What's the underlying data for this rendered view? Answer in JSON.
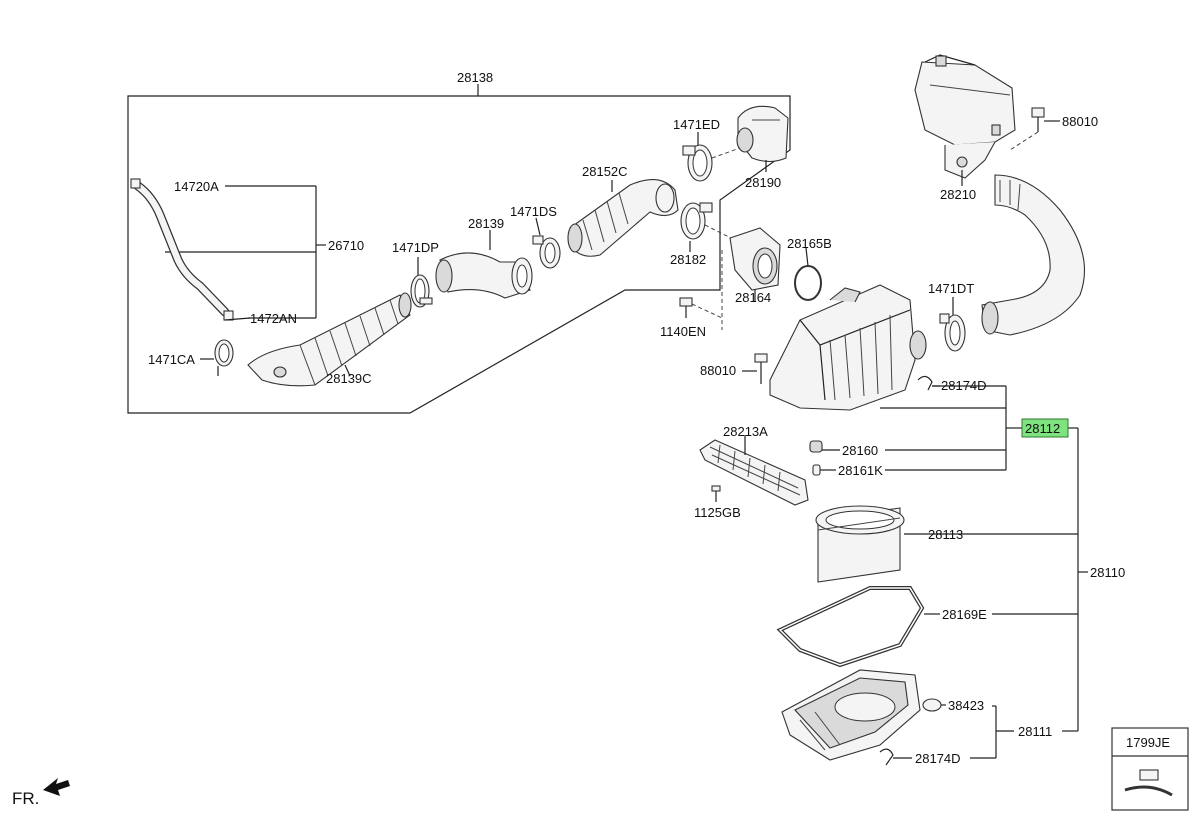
{
  "diagram": {
    "callouts": {
      "c28138": "28138",
      "c14720A": "14720A",
      "c26710": "26710",
      "c1472AN": "1472AN",
      "c1471CA": "1471CA",
      "c1471DP": "1471DP",
      "c28139": "28139",
      "c28139C": "28139C",
      "c1471DS": "1471DS",
      "c28152C": "28152C",
      "c1471ED": "1471ED",
      "c28190": "28190",
      "c28182": "28182",
      "c28165B": "28165B",
      "c28164": "28164",
      "c1140EN": "1140EN",
      "c88010a": "88010",
      "c28210": "28210",
      "c1471DT": "1471DT",
      "c88010b": "88010",
      "c28174Da": "28174D",
      "c28112": "28112",
      "c28160": "28160",
      "c28161K": "28161K",
      "c28213A": "28213A",
      "c1125GB": "1125GB",
      "c28113": "28113",
      "c28110": "28110",
      "c28169E": "28169E",
      "c38423": "38423",
      "c28111": "28111",
      "c28174Db": "28174D",
      "c1799JE": "1799JE"
    },
    "front_marker": "FR.",
    "highlight_color": "#7ee27e"
  }
}
